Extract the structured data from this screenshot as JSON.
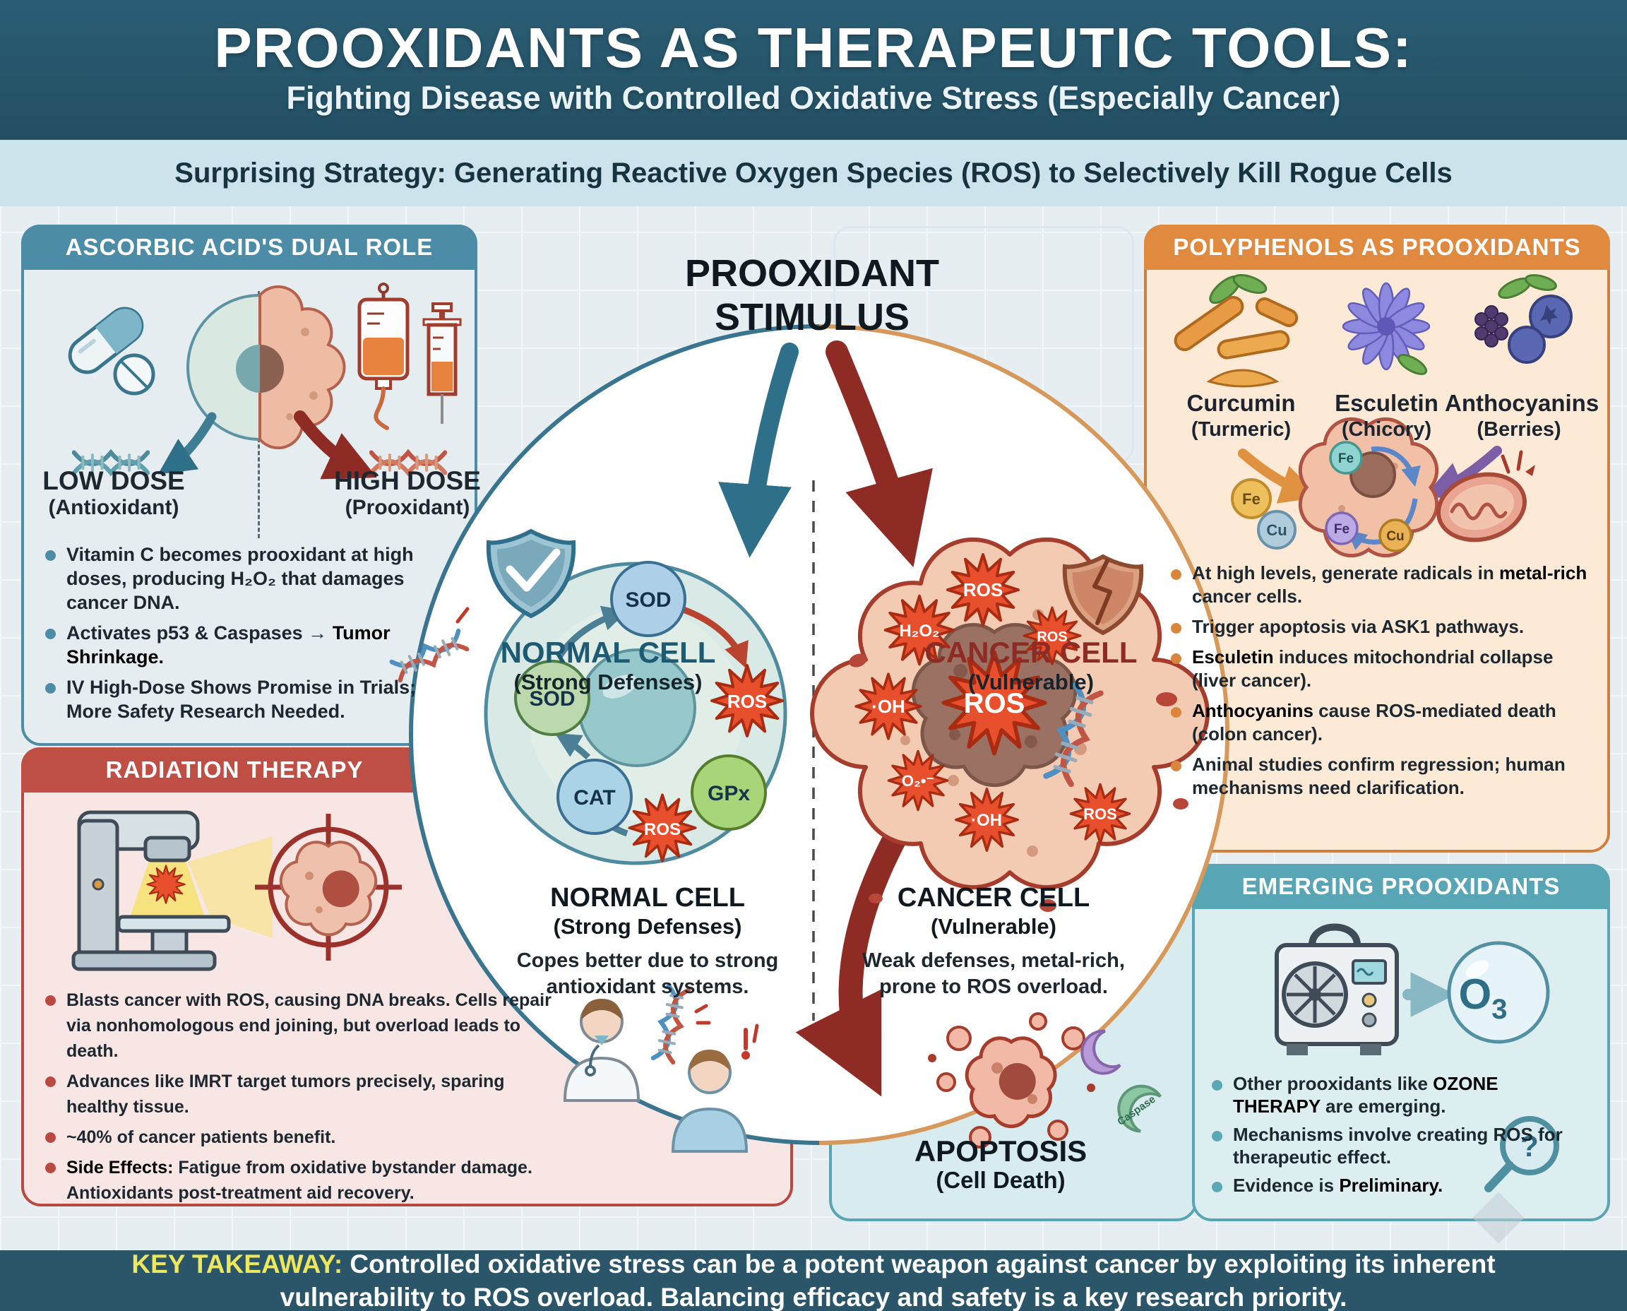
{
  "colors": {
    "header_bg": "#2a5d74",
    "strip_bg": "#cde3ec",
    "teal": "#4d8ca6",
    "red": "#bf4f45",
    "orange": "#e08a3f",
    "cyan": "#58a6b5",
    "ros_red": "#e8502d",
    "footer_bg": "#2b5568",
    "takeaway_yellow": "#ece75c"
  },
  "icons": [
    "capsule-icon",
    "tablet-icon",
    "cell-half-icon",
    "iv-bag-icon",
    "syringe-icon",
    "dna-icon",
    "shield-check-icon",
    "shield-cracked-icon",
    "linac-machine-icon",
    "crosshair-target-icon",
    "doctor-icon",
    "patient-icon",
    "turmeric-icon",
    "chicory-flower-icon",
    "berries-icon",
    "mitochondria-icon",
    "ozone-generator-icon",
    "o3-molecule-icon",
    "magnifier-question-icon",
    "caspase-icon"
  ],
  "header": {
    "title": "PROOXIDANTS AS THERAPEUTIC TOOLS:",
    "subtitle": "Fighting Disease with Controlled Oxidative Stress (Especially Cancer)"
  },
  "strategy": "Surprising Strategy: Generating Reactive Oxygen Species (ROS) to Selectively Kill Rogue Cells",
  "ascorbic": {
    "title": "ASCORBIC ACID'S DUAL ROLE",
    "low_dose": "LOW DOSE",
    "low_dose_sub": "(Antioxidant)",
    "high_dose": "HIGH DOSE",
    "high_dose_sub": "(Prooxidant)",
    "bullets": [
      [
        {
          "t": "Vitamin C becomes prooxidant at high doses, producing H₂O₂ that damages cancer DNA."
        }
      ],
      [
        {
          "t": "Activates p53 & Caspases → "
        },
        {
          "t": "Tumor Shrinkage.",
          "b": true
        }
      ],
      [
        {
          "t": "IV High-Dose Shows Promise in Trials; More Safety Research Needed."
        }
      ]
    ]
  },
  "radiation": {
    "title": "RADIATION THERAPY",
    "bullets": [
      [
        {
          "t": "Blasts cancer with ROS, causing DNA breaks. Cells repair via nonhomologous end joining, but overload leads to death."
        }
      ],
      [
        {
          "t": "Advances like IMRT target tumors precisely, sparing healthy tissue."
        }
      ],
      [
        {
          "t": "~40% of cancer patients benefit."
        }
      ],
      [
        {
          "t": "Side Effects:",
          "b": true
        },
        {
          "t": " Fatigue from oxidative bystander damage. Antioxidants post-treatment aid recovery."
        }
      ]
    ]
  },
  "polyphenols": {
    "title": "POLYPHENOLS AS PROOXIDANTS",
    "items": [
      {
        "name": "Curcumin",
        "source": "(Turmeric)"
      },
      {
        "name": "Esculetin",
        "source": "(Chicory)"
      },
      {
        "name": "Anthocyanins",
        "source": "(Berries)"
      }
    ],
    "fe": "Fe",
    "cu": "Cu",
    "bullets": [
      [
        {
          "t": "At high levels, generate radicals in "
        },
        {
          "t": "metal-rich",
          "b": true
        },
        {
          "t": " cancer cells."
        }
      ],
      [
        {
          "t": "Trigger apoptosis via ASK1 pathways."
        }
      ],
      [
        {
          "t": "Esculetin",
          "b": true
        },
        {
          "t": " induces mitochondrial collapse (liver cancer)."
        }
      ],
      [
        {
          "t": "Anthocyanins",
          "b": true
        },
        {
          "t": " cause ROS-mediated death (colon cancer)."
        }
      ],
      [
        {
          "t": "Animal studies confirm regression; human mechanisms need clarification."
        }
      ]
    ]
  },
  "emerging": {
    "title": "EMERGING PROOXIDANTS",
    "o3": "O",
    "o3sub": "3",
    "q": "?",
    "bullets": [
      [
        {
          "t": "Other prooxidants like "
        },
        {
          "t": "OZONE THERAPY",
          "b": true
        },
        {
          "t": " are emerging."
        }
      ],
      [
        {
          "t": "Mechanisms involve creating ROS for therapeutic effect."
        }
      ],
      [
        {
          "t": "Evidence is "
        },
        {
          "t": "Preliminary.",
          "b": true
        }
      ]
    ]
  },
  "center": {
    "stimulus1": "PROOXIDANT",
    "stimulus2": "STIMULUS",
    "normal_title": "NORMAL CELL",
    "normal_sub": "(Strong Defenses)",
    "cancer_title": "CANCER CELL",
    "cancer_sub": "(Vulnerable)",
    "sod": "SOD",
    "cat": "CAT",
    "gpx": "GPx",
    "ros": "ROS",
    "h2o2": "H₂O₂",
    "oh": "·OH",
    "o2": "O₂•⁻",
    "normal_caption": {
      "title": "NORMAL CELL",
      "sub": "(Strong Defenses)",
      "text": "Copes better due to strong antioxidant systems."
    },
    "cancer_caption": {
      "title": "CANCER CELL",
      "sub": "(Vulnerable)",
      "text": "Weak defenses, metal-rich, prone to ROS overload."
    },
    "apoptosis": {
      "title": "APOPTOSIS",
      "sub": "(Cell Death)",
      "caspase": "Caspase"
    }
  },
  "footer": {
    "label": "KEY TAKEAWAY:",
    "text": " Controlled oxidative stress can be a potent weapon against cancer by exploiting its inherent vulnerability to ROS overload. Balancing efficacy and safety is a key research priority."
  }
}
